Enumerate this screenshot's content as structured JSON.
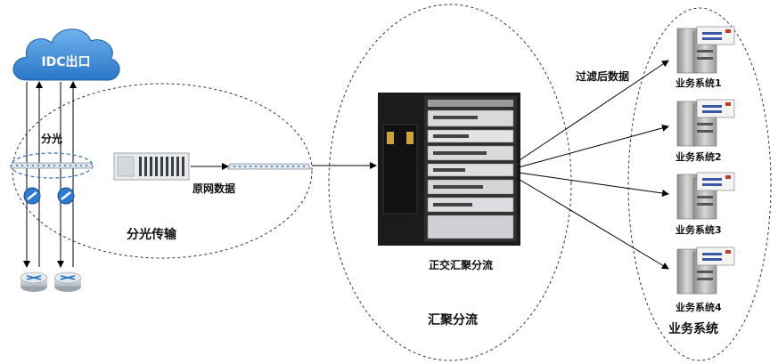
{
  "cloud": {
    "label": "IDC出口"
  },
  "labels": {
    "split": "分光",
    "raw_data": "原网数据",
    "split_transmission": "分光传输",
    "orthogonal_aggregation": "正交汇聚分流",
    "aggregation": "汇聚分流",
    "filtered_data": "过滤后数据",
    "business_systems": "业务系统"
  },
  "systems": [
    {
      "label": "业务系统1"
    },
    {
      "label": "业务系统2"
    },
    {
      "label": "业务系统3"
    },
    {
      "label": "业务系统4"
    }
  ],
  "colors": {
    "cloud_fill": "#3f8fd8",
    "cloud_text": "#ffffff",
    "router_fill": "#c9ced6",
    "router_accent": "#1a6fc0",
    "switch_body": "#1b1b1b",
    "line": "#000000"
  },
  "icons": [
    "cloud-icon",
    "splitter-icon",
    "router-icon",
    "server-icon",
    "switch-chassis-icon"
  ]
}
